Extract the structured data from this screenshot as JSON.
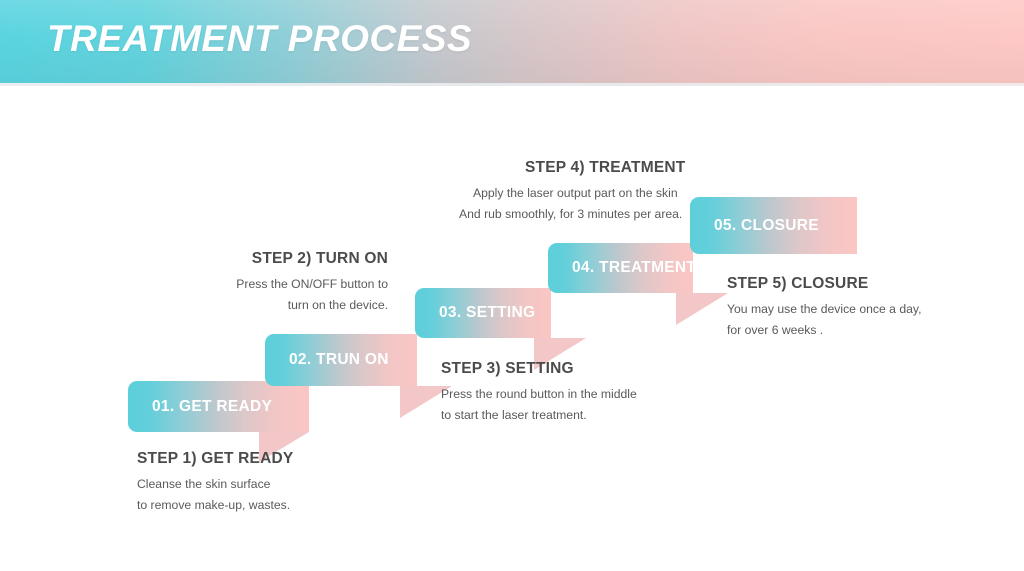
{
  "header": {
    "title": "TREATMENT PROCESS",
    "gradient_from": "#5ad4e0",
    "gradient_to": "#fdc8c5"
  },
  "palette": {
    "banner_cyan": "#5ccfdb",
    "banner_pink": "#fbc6c4",
    "fold_shadow": "#f0b9bb",
    "caption_title": "#4b4b4b",
    "caption_body": "#5a5a5a",
    "banner_text": "#ffffff"
  },
  "steps": [
    {
      "banner_label": "01. GET READY",
      "caption_title": "STEP 1) GET READY",
      "caption_lines": [
        "Cleanse the skin surface",
        " to remove make-up, wastes."
      ]
    },
    {
      "banner_label": "02. TRUN ON",
      "caption_title": "STEP 2) TURN ON",
      "caption_lines": [
        "Press the ON/OFF button to",
        "turn on the device."
      ]
    },
    {
      "banner_label": "03. SETTING",
      "caption_title": "STEP 3) SETTING",
      "caption_lines": [
        "Press the round button in the middle",
        "to start the laser treatment."
      ]
    },
    {
      "banner_label": "04. TREATMENT",
      "caption_title": "STEP 4) TREATMENT",
      "caption_lines": [
        "Apply the laser output part on the skin",
        "And rub smoothly, for 3 minutes per area."
      ]
    },
    {
      "banner_label": "05. CLOSURE",
      "caption_title": "STEP 5) CLOSURE",
      "caption_lines": [
        "You may use the device once a day,",
        " for over 6 weeks ."
      ]
    }
  ]
}
